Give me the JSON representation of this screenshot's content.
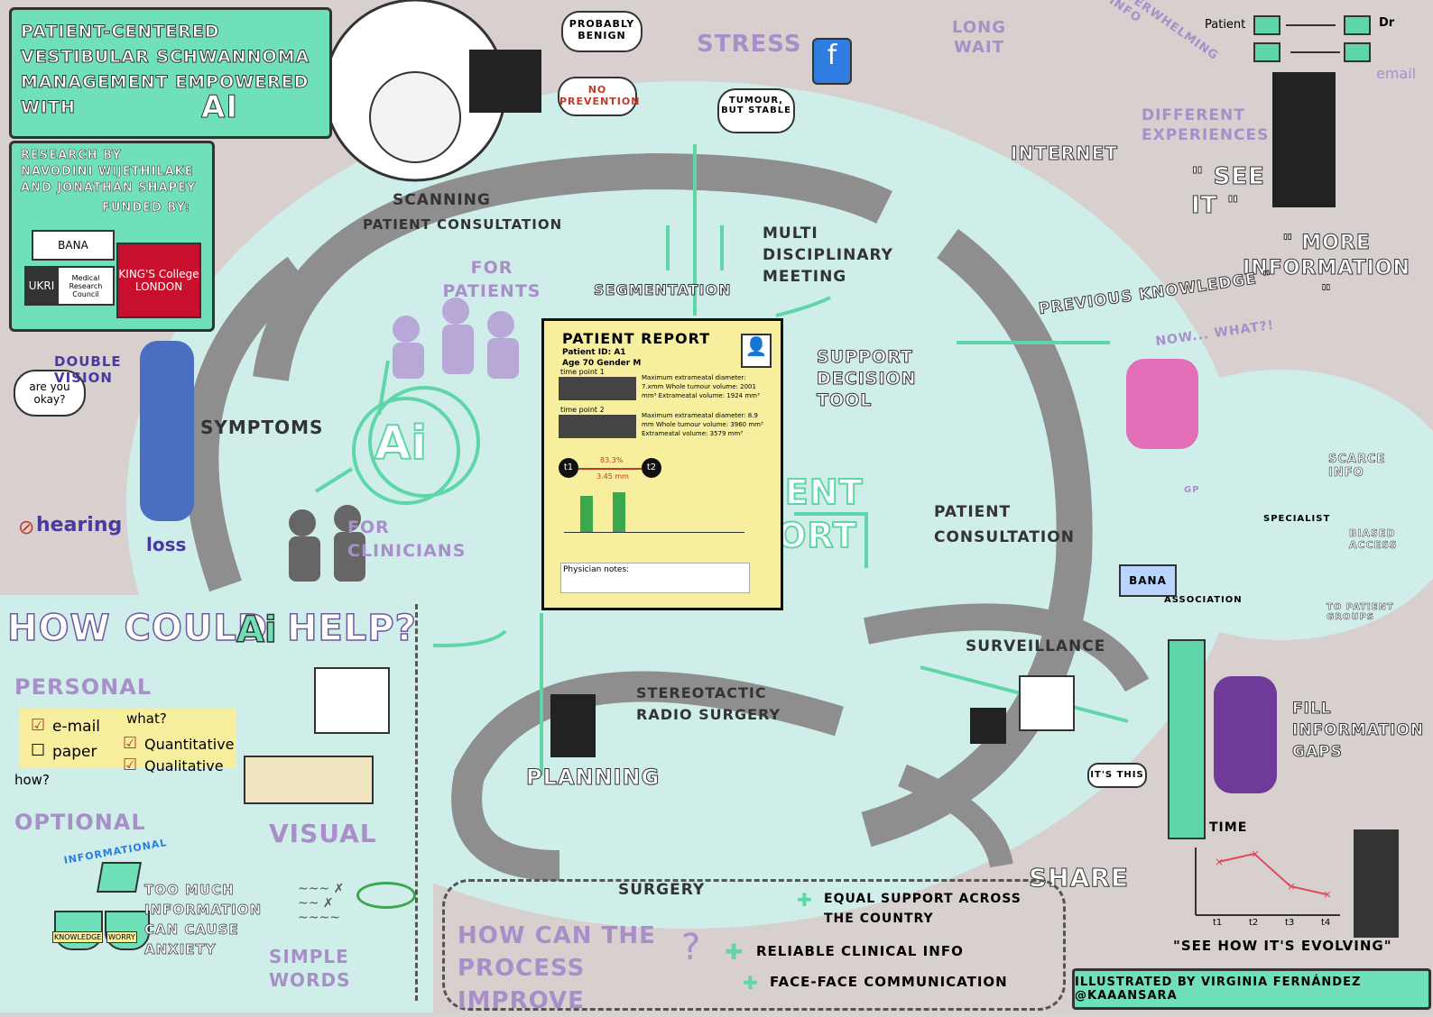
{
  "title": "PATIENT-CENTERED VESTIBULAR SCHWANNOMA MANAGEMENT EMPOWERED WITH",
  "title_ai": "Ai",
  "research": {
    "by_line": "RESEARCH BY",
    "authors": "NAVODINI WIJETHILAKE",
    "and": "and JONATHAN SHAPEY",
    "funded": "FUNDED BY:",
    "logos": [
      "BANA",
      "UKRI",
      "Medical Research Council",
      "KING'S College LONDON"
    ]
  },
  "thoughts": {
    "probably_benign": "PROBABLY BENIGN",
    "no_prevention": "NO PREVENTION",
    "tumour_stable": "TUMOUR, BUT STABLE",
    "stress": "STRESS",
    "long_wait": "LONG WAIT",
    "overwhelming": "OVERWHELMING INFO",
    "internet": "INTERNET",
    "different": "DIFFERENT EXPERIENCES"
  },
  "email_diagram": {
    "patient": "Patient",
    "dr": "Dr",
    "email": "email"
  },
  "quotes": {
    "see_it": "\" SEE IT \"",
    "more_info": "\" MORE INFORMATION \"",
    "prev_knowledge": "PREVIOUS KNOWLEDGE \"",
    "now_what": "NOW... WHAT?!",
    "see_evolving": "\"SEE HOW IT'S EVOLVING\""
  },
  "stages": {
    "scanning": "SCANNING",
    "patient_consultation_top": "PATIENT CONSULTATION",
    "segmentation": "SEGMENTATION",
    "mdm": "MULTI DISCIPLINARY MEETING",
    "support": "SUPPORT DECISION TOOL",
    "patient_consultation_right": "PATIENT CONSULTATION",
    "surveillance": "SURVEILLANCE",
    "stereotactic": "STEREOTACTIC RADIO SURGERY",
    "planning": "PLANNING",
    "surgery": "SURGERY",
    "share": "SHARE",
    "symptoms": "SYMPTOMS",
    "for_patients": "FOR PATIENTS",
    "for_clinicians": "FOR CLINICIANS",
    "ai": "Ai",
    "patient_report_big": "PATIENT REPORT"
  },
  "symptoms_scene": {
    "bubble": "are you okay?",
    "double_vision": "DOUBLE VISION",
    "hearing": "hearing",
    "loss": "loss"
  },
  "report": {
    "title": "PATIENT REPORT",
    "id": "Patient ID: A1",
    "age": "Age 70 Gender M",
    "tp1": "time point 1",
    "tp1_text": "Maximum extrameatal diameter: 7.xmm Whole tumour volume: 2001 mm³ Extrameatal volume: 1924 mm³",
    "tp2": "time point 2",
    "tp2_text": "Maximum extrameatal diameter: 8.9 mm Whole tumour volume: 3960 mm³ Extrameatal volume: 3579 mm³",
    "t1": "t1",
    "t2": "t2",
    "pct": "83.3%",
    "mm": "3.45 mm",
    "notes": "Physician notes:"
  },
  "network": {
    "gp": "GP",
    "specialist": "SPECIALIST",
    "association": "ASSOCIATION",
    "bana": "BANA",
    "scarce": "SCARCE INFO",
    "biased": "BIASED ACCESS",
    "to_groups": "TO PATIENT GROUPS"
  },
  "timeline": {
    "fill": "FILL INFORMATION GAPS",
    "time": "TIME",
    "its_this": "IT'S THIS",
    "ticks": [
      "t1",
      "t2",
      "t3",
      "t4"
    ],
    "values": [
      6,
      7,
      3,
      2
    ]
  },
  "help": {
    "heading_a": "HOW COULD",
    "heading_ai": "Ai",
    "heading_b": "HELP?",
    "personal": "PERSONAL",
    "email": "e-mail",
    "paper": "paper",
    "what": "what?",
    "how": "how?",
    "quant": "Quantitative",
    "qual": "Qualitative",
    "optional": "OPTIONAL",
    "informational": "INFORMATIONAL",
    "too_much": "TOO MUCH INFORMATION CAN CAUSE ANXIETY",
    "knowledge": "KNOWLEDGE",
    "worry": "WORRY",
    "visual": "VISUAL",
    "simple": "SIMPLE WORDS"
  },
  "improve": {
    "question": "HOW CAN THE PROCESS IMPROVE",
    "items": [
      "EQUAL SUPPORT ACROSS THE COUNTRY",
      "RELIABLE CLINICAL INFO",
      "FACE-FACE COMMUNICATION"
    ]
  },
  "credit": "ILLUSTRATED BY VIRGINIA FERNÁNDEZ @kaaansara",
  "colors": {
    "mint": "#6fe0b8",
    "lavender": "#a98fc9",
    "report": "#f7ef9d",
    "grey": "#9a9a9a"
  }
}
